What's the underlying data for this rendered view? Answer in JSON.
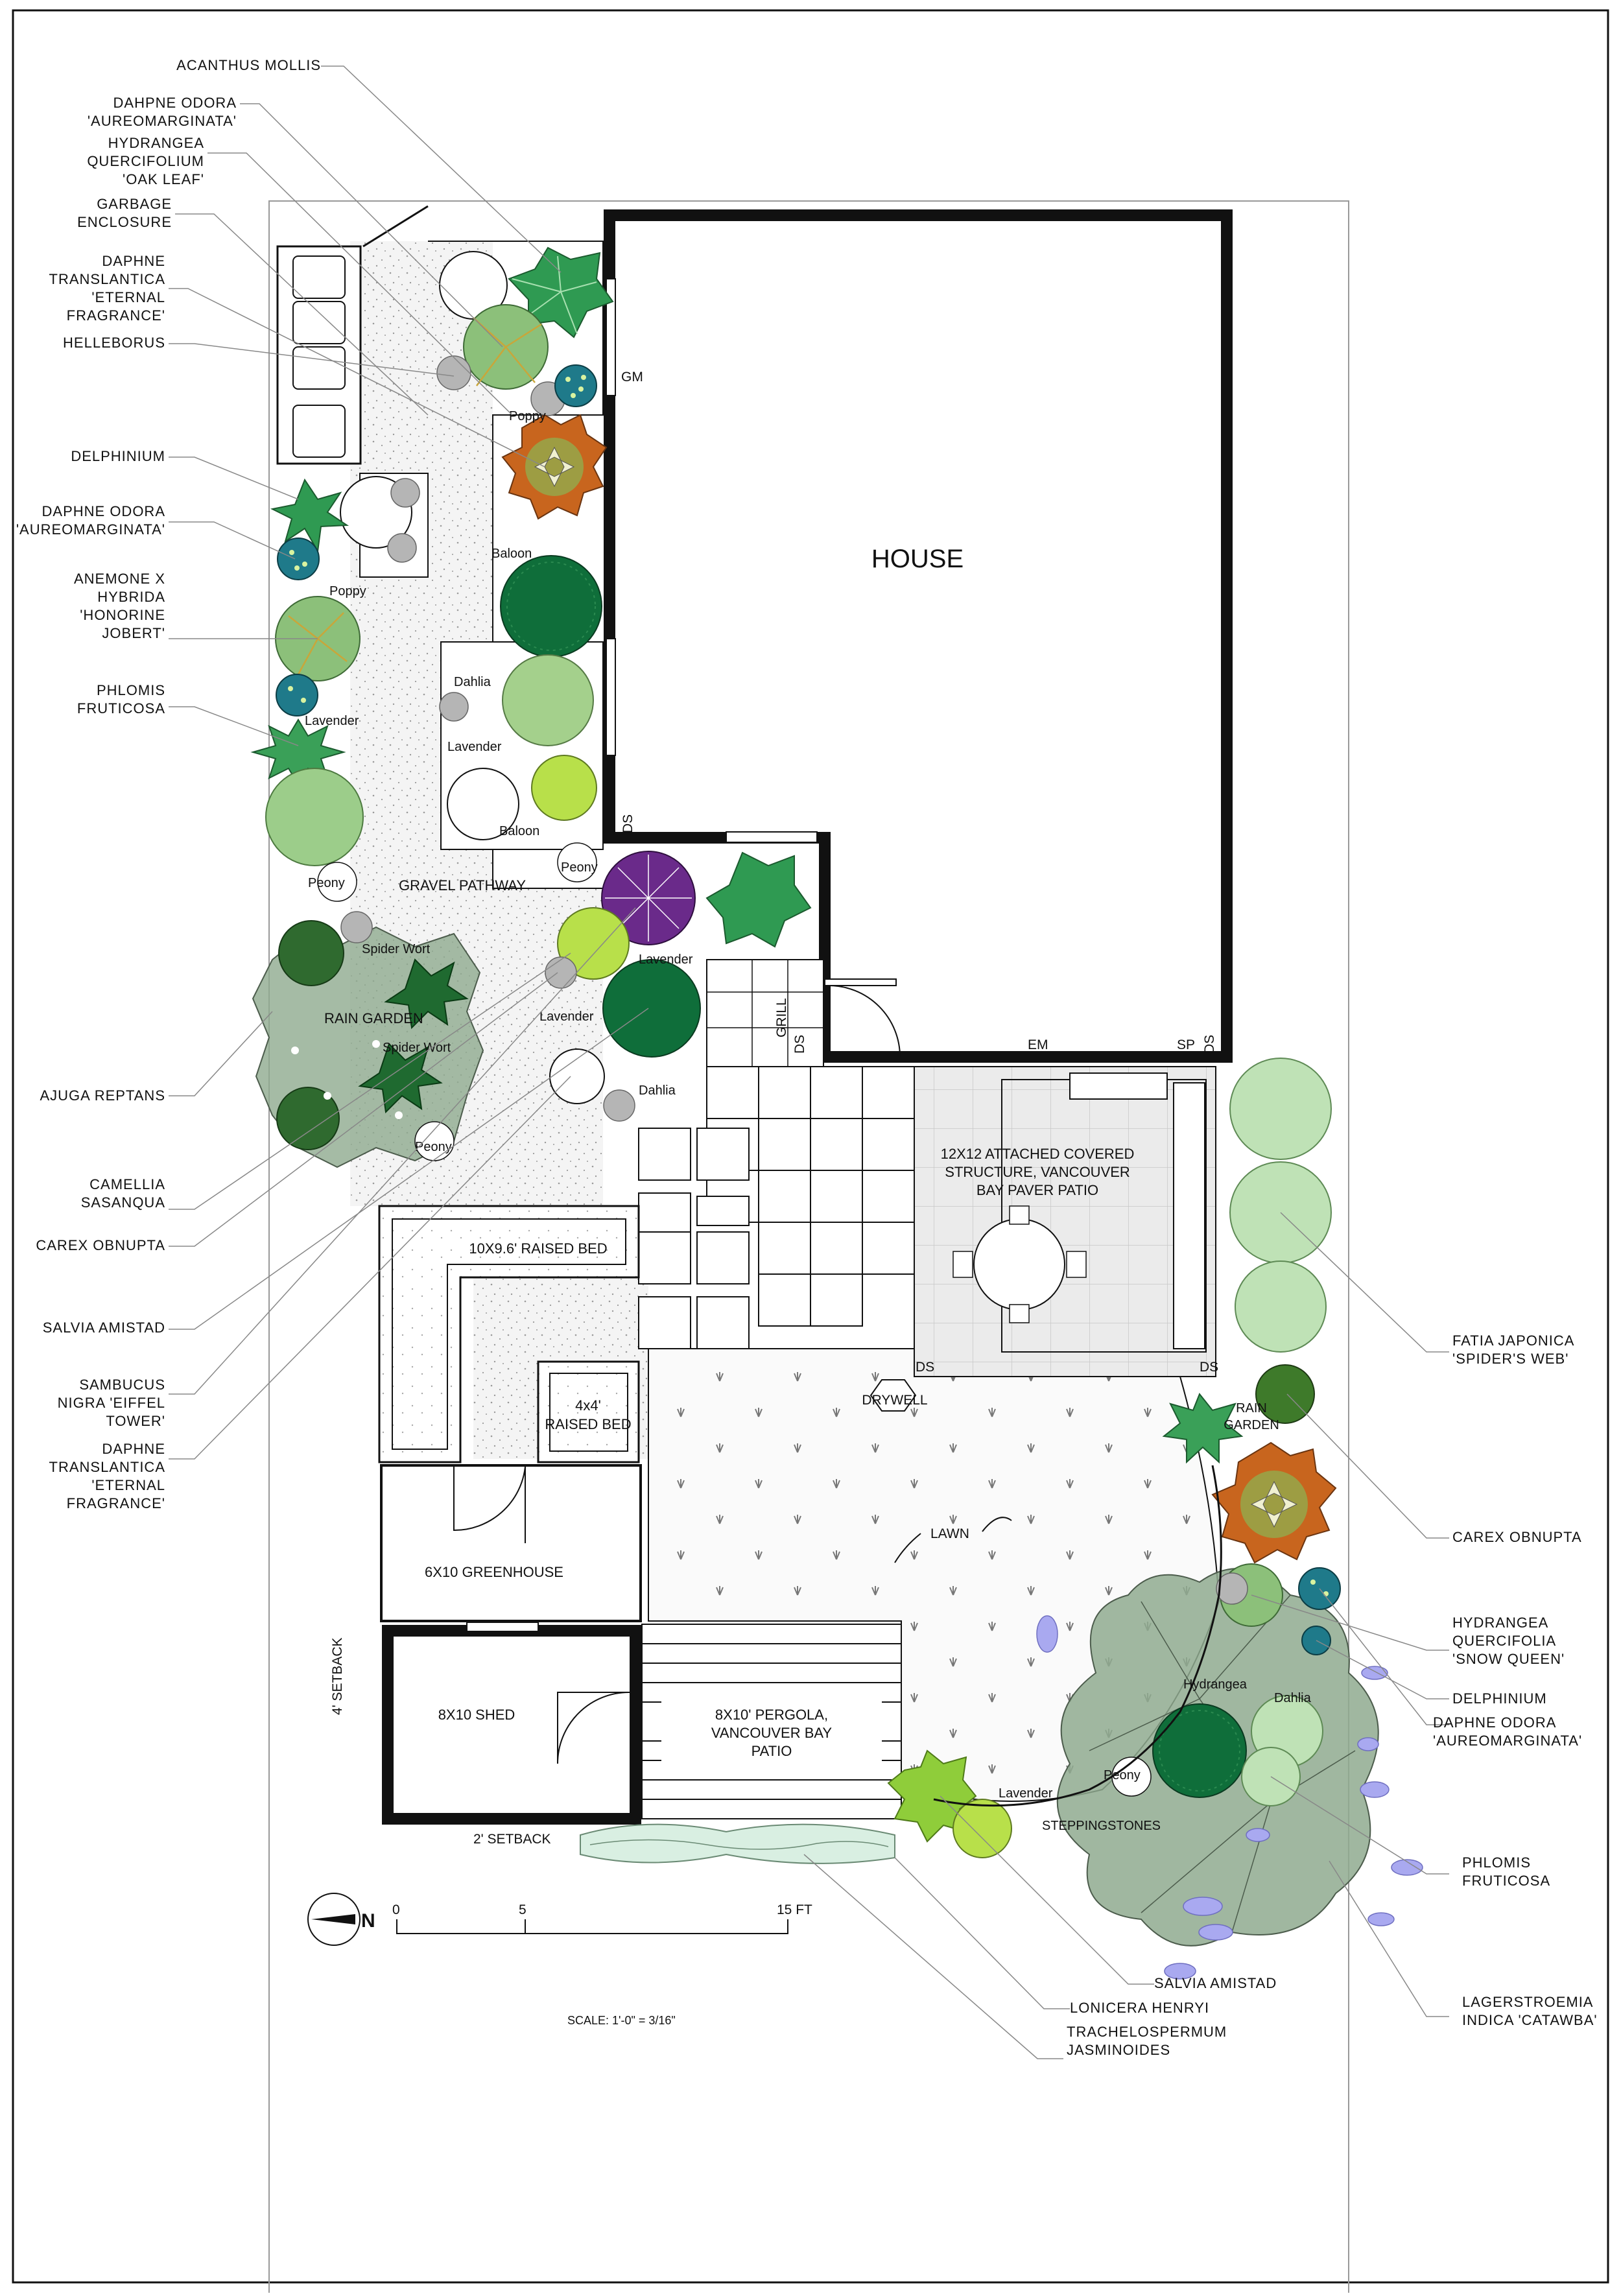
{
  "plan": {
    "house": "HOUSE",
    "gravel_pathway": "GRAVEL PATHWAY",
    "rain_garden": "RAIN GARDEN",
    "rain_garden_right": [
      "RAIN",
      "GARDEN"
    ],
    "raised_bed_large": "10X9.6' RAISED BED",
    "raised_bed_small": [
      "4x4'",
      "RAISED BED"
    ],
    "greenhouse": "6X10 GREENHOUSE",
    "shed": "8X10 SHED",
    "pergola": [
      "8X10' PERGOLA,",
      "VANCOUVER BAY",
      "PATIO"
    ],
    "covered_structure": [
      "12X12 ATTACHED COVERED",
      "STRUCTURE, VANCOUVER",
      "BAY PAVER PATIO"
    ],
    "lawn": "LAWN",
    "drywell": "DRYWELL",
    "steppingstones": "STEPPINGSTONES",
    "setback_side": "4' SETBACK",
    "setback_rear": "2' SETBACK",
    "grill": "GRILL",
    "gm": "GM",
    "em": "EM",
    "sp": "SP",
    "ds": "DS"
  },
  "tags": {
    "poppy": "Poppy",
    "baloon": "Baloon",
    "dahlia": "Dahlia",
    "lavender": "Lavender",
    "peony": "Peony",
    "spider_wort": "Spider Wort",
    "hydrangea": "Hydrangea"
  },
  "labels_left": [
    [
      "ACANTHUS MOLLIS"
    ],
    [
      "DAHPNE ODORA",
      "'AUREOMARGINATA'"
    ],
    [
      "HYDRANGEA",
      "QUERCIFOLIUM",
      "'OAK LEAF'"
    ],
    [
      "GARBAGE",
      "ENCLOSURE"
    ],
    [
      "DAPHNE",
      "TRANSLANTICA",
      "'ETERNAL",
      "FRAGRANCE'"
    ],
    [
      "HELLEBORUS"
    ],
    [
      "DELPHINIUM"
    ],
    [
      "DAPHNE ODORA",
      "'AUREOMARGINATA'"
    ],
    [
      "ANEMONE X",
      "HYBRIDA",
      "'HONORINE",
      "JOBERT'"
    ],
    [
      "PHLOMIS",
      "FRUTICOSA"
    ],
    [
      "AJUGA REPTANS"
    ],
    [
      "CAMELLIA",
      "SASANQUA"
    ],
    [
      "CAREX OBNUPTA"
    ],
    [
      "SALVIA AMISTAD"
    ],
    [
      "SAMBUCUS",
      "NIGRA 'EIFFEL",
      "TOWER'"
    ],
    [
      "DAPHNE",
      "TRANSLANTICA",
      "'ETERNAL",
      "FRAGRANCE'"
    ]
  ],
  "labels_right": [
    [
      "FATIA JAPONICA",
      "'SPIDER'S WEB'"
    ],
    [
      "CAREX OBNUPTA"
    ],
    [
      "HYDRANGEA",
      "QUERCIFOLIA",
      "'SNOW QUEEN'"
    ],
    [
      "DELPHINIUM"
    ],
    [
      "DAPHNE ODORA",
      "'AUREOMARGINATA'"
    ],
    [
      "PHLOMIS",
      "FRUTICOSA"
    ],
    [
      "LAGERSTROEMIA",
      "INDICA 'CATAWBA'"
    ]
  ],
  "labels_bottom": [
    [
      "SALVIA AMISTAD"
    ],
    [
      "LONICERA HENRYI"
    ],
    [
      "TRACHELOSPERMUM",
      "JASMINOIDES"
    ]
  ],
  "scale": {
    "ticks": [
      "0",
      "5",
      "15 FT"
    ],
    "north": "N",
    "note": "SCALE: 1'-0\" = 3/16\""
  },
  "colors": {
    "ink": "#111111",
    "light_green": "#b9dca0",
    "mid_green": "#7fb86a",
    "dark_green": "#1e7a3c",
    "lime": "#b8e04a",
    "rust": "#c8651e",
    "purple": "#6a2a8a",
    "lavender_blob": "#a9a9f0",
    "sage": "#8fa88f",
    "paver": "#ececec"
  }
}
